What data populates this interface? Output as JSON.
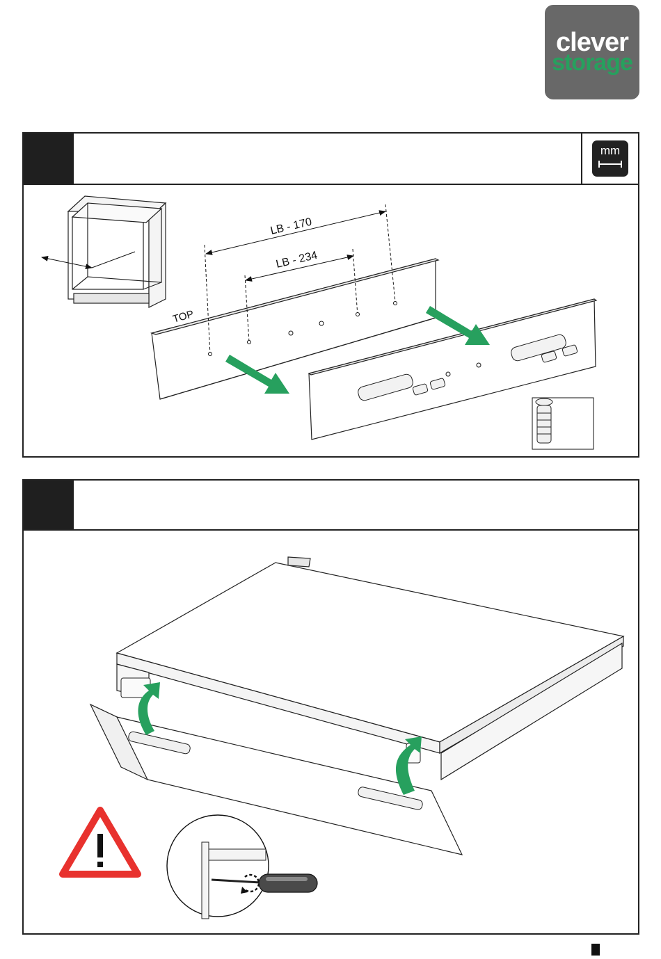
{
  "logo": {
    "line1": "clever",
    "line2": "storage",
    "accent_color": "#27a05e",
    "bg_color": "#686868"
  },
  "step1": {
    "unit_label": "mm",
    "dimensions": {
      "outer": "LB - 170",
      "inner": "LB - 234"
    },
    "panel_label": "TOP"
  },
  "step2": {
    "warning_icon": "warning-triangle-icon",
    "detail_icon": "screwdriver-icon"
  },
  "arrow_color": "#27a05e"
}
